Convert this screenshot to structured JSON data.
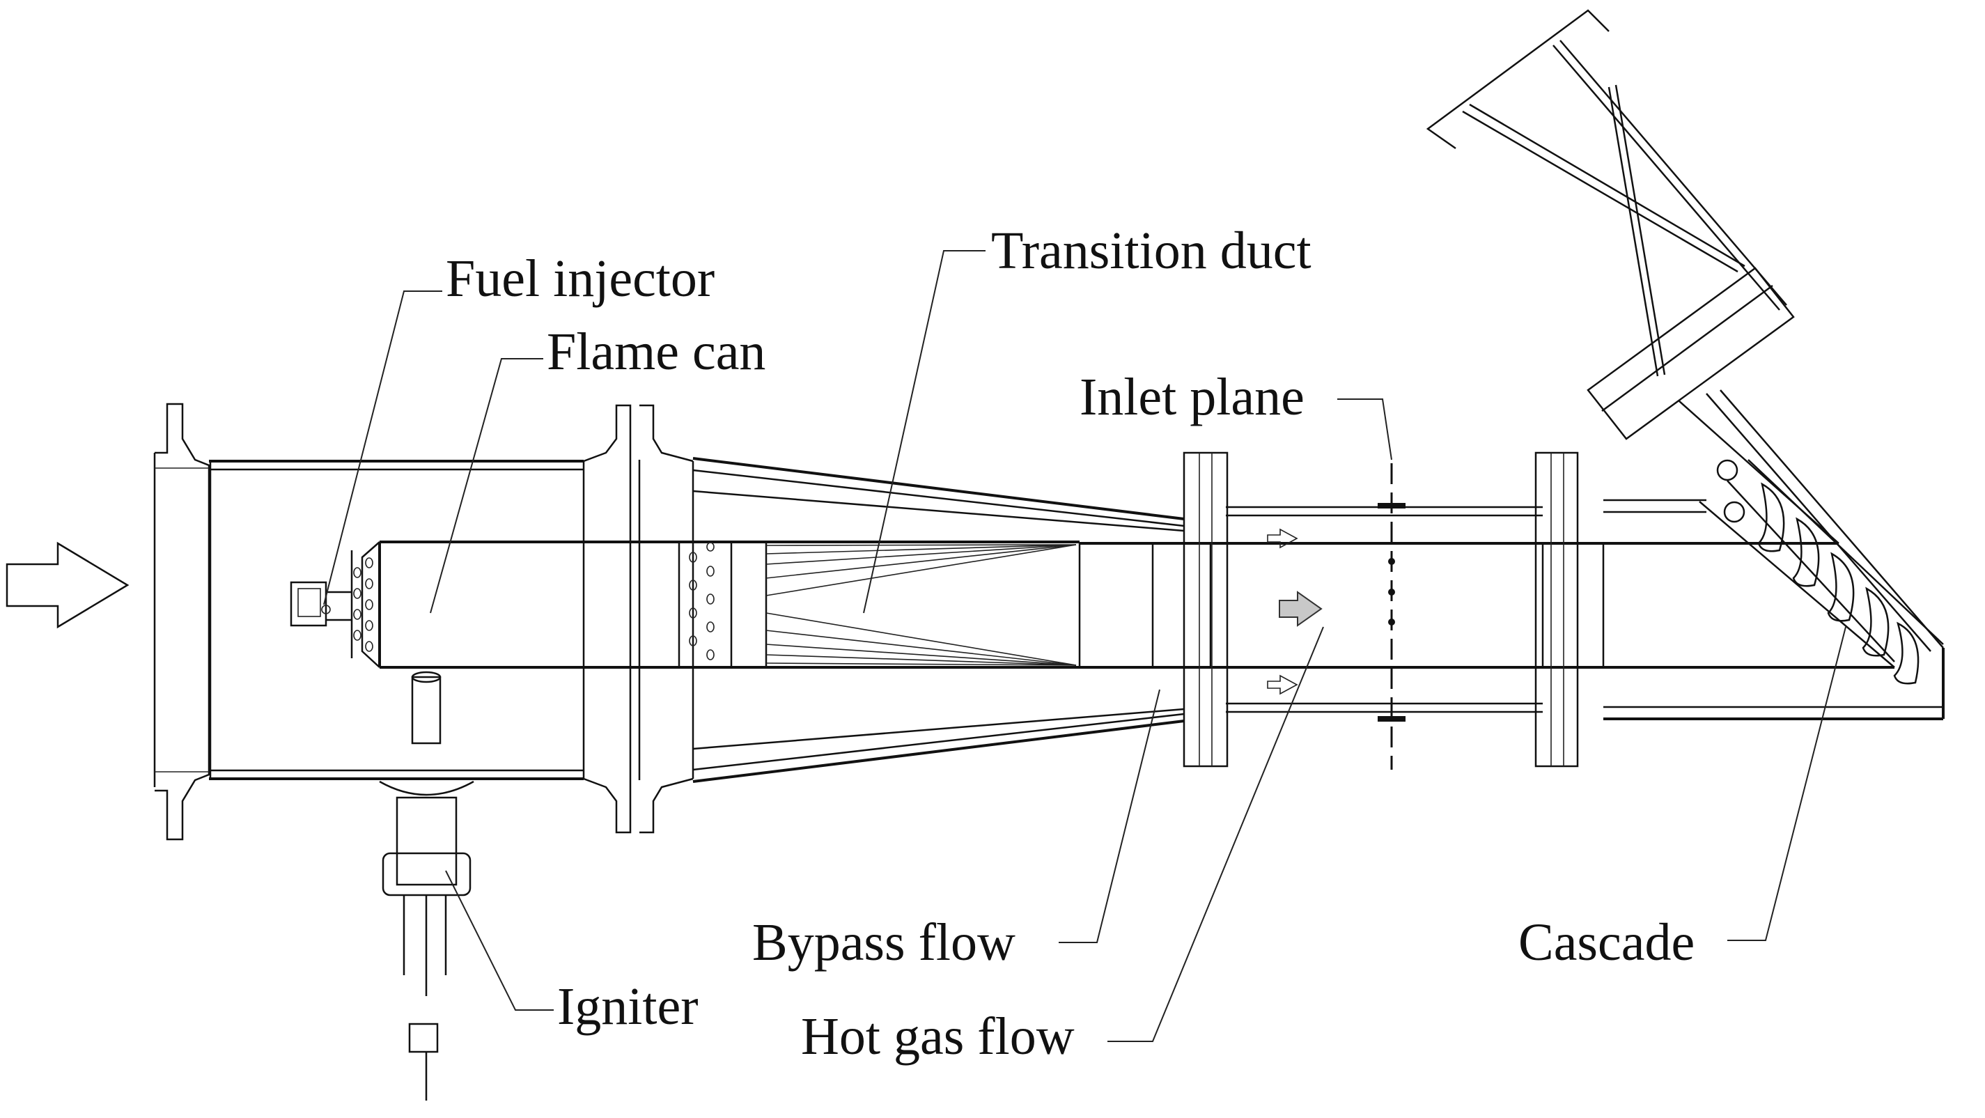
{
  "figure": {
    "type": "engineering cross-section drawing",
    "subject": "combustor rig with transition duct and turbine cascade"
  },
  "labels": {
    "fuel_injector": "Fuel injector",
    "flame_can": "Flame can",
    "transition_duct": "Transition duct",
    "inlet_plane": "Inlet plane",
    "bypass_flow": "Bypass flow",
    "hot_gas_flow": "Hot gas flow",
    "igniter": "Igniter",
    "cascade": "Cascade"
  },
  "arrows": {
    "inlet_flow": "outlined-arrow",
    "hot_gas_flow": "grey-filled-arrow",
    "bypass_flow": "small-outlined-arrows"
  },
  "colors": {
    "line": "#111111",
    "background": "#ffffff",
    "hot_gas_arrow": "#c8c8c8"
  }
}
